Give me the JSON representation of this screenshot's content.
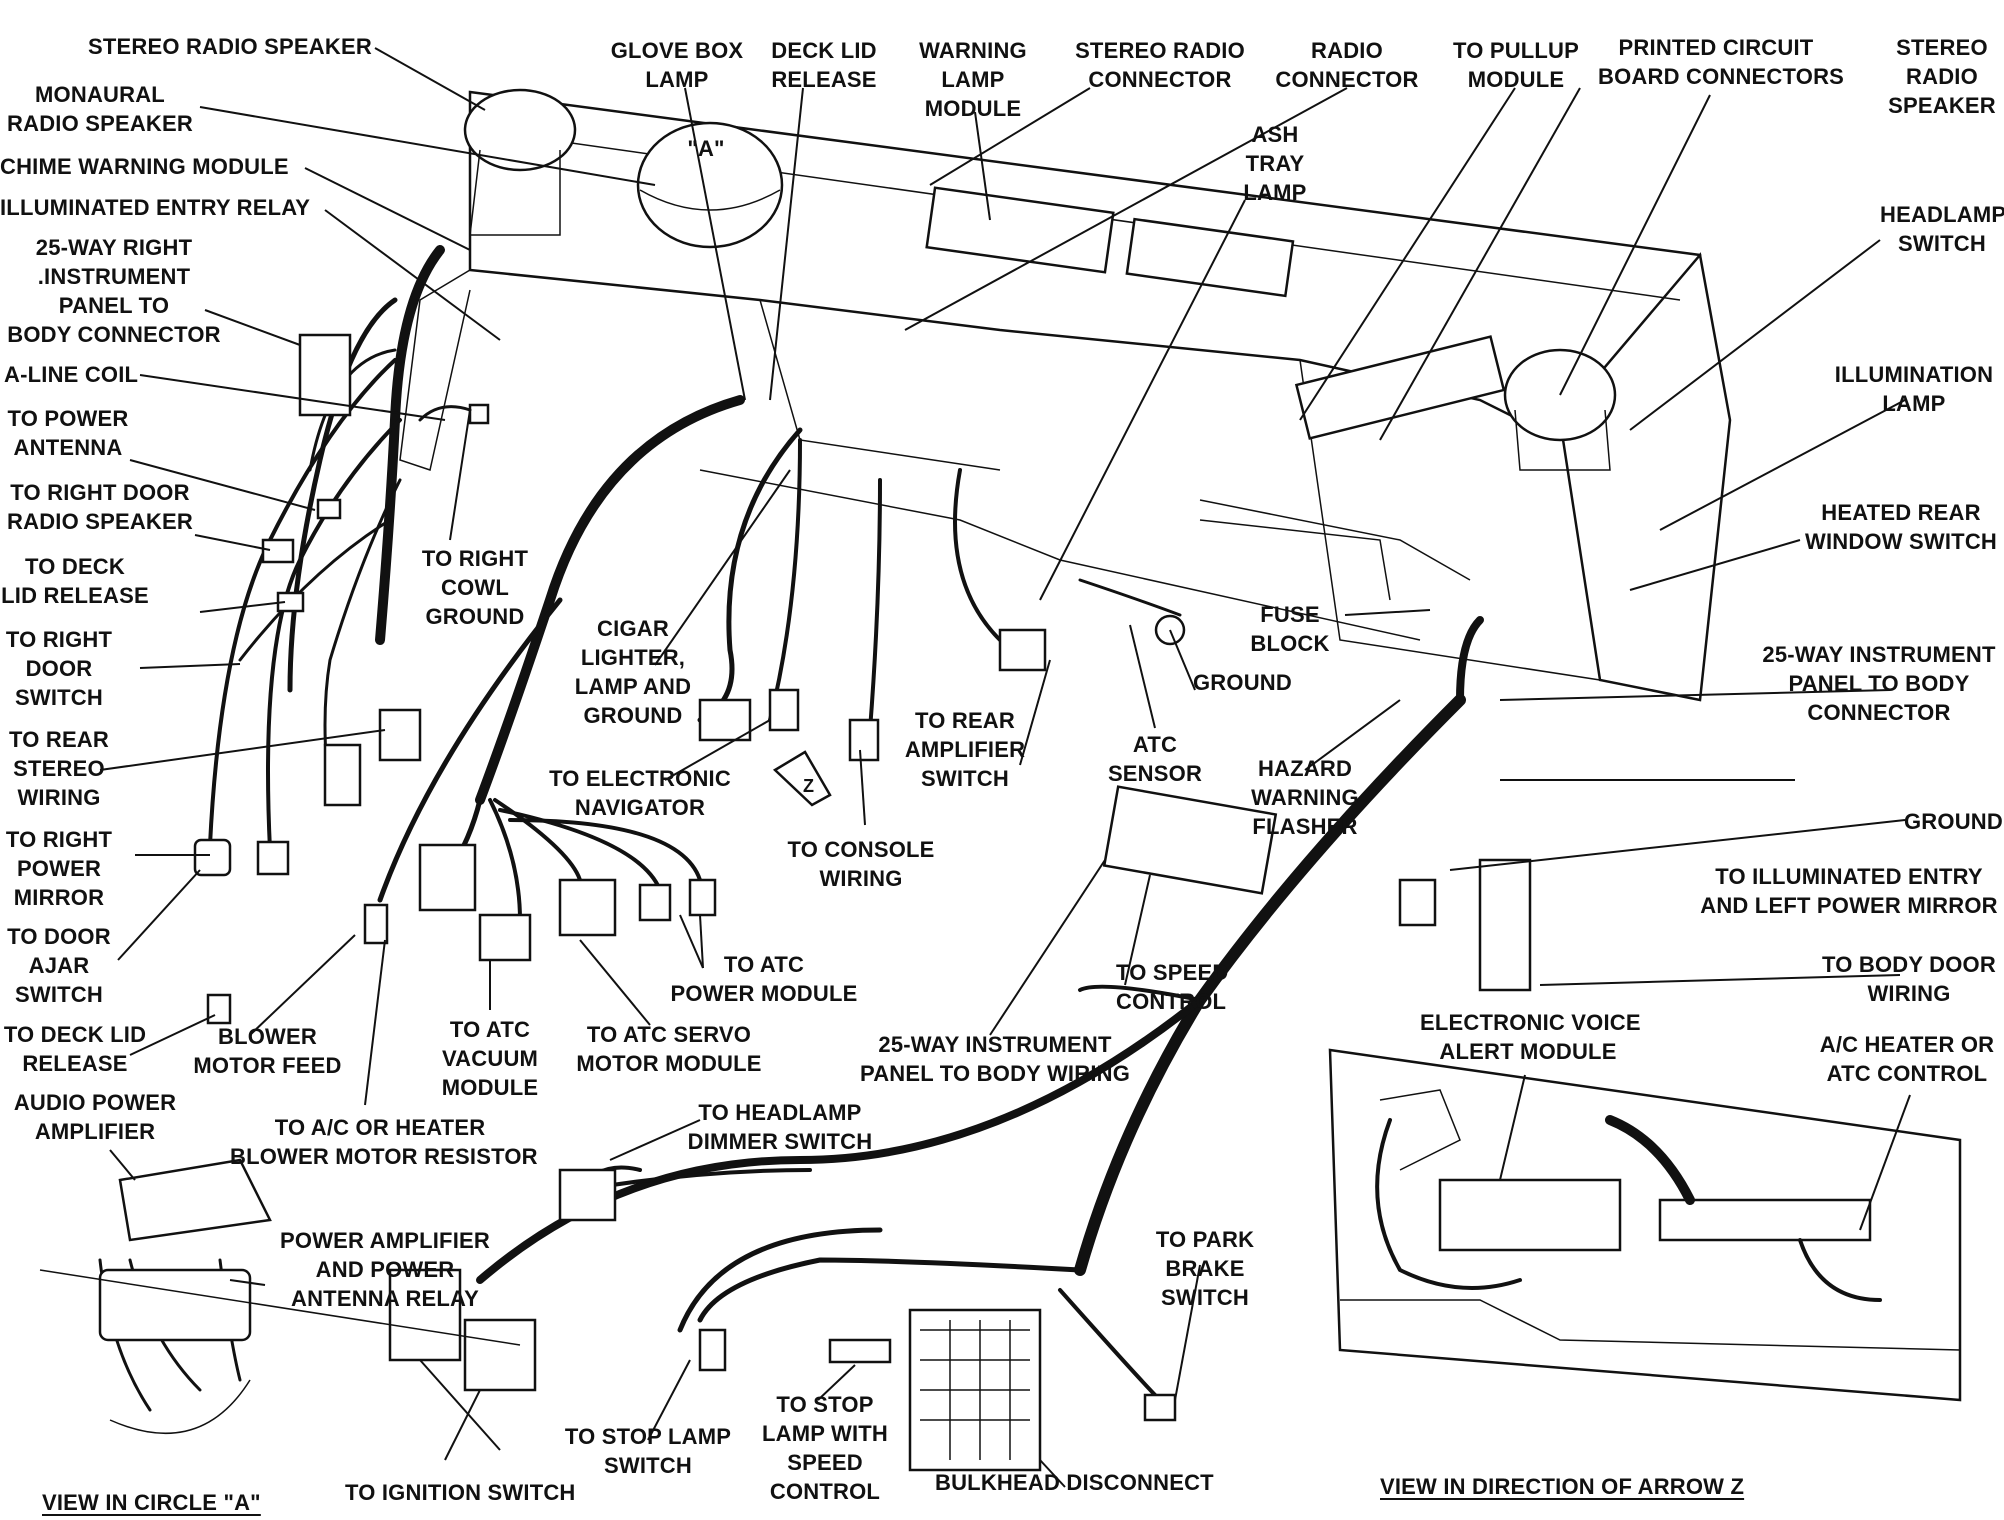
{
  "labels": {
    "stereo_radio_speaker_left": "STEREO RADIO SPEAKER",
    "monaural_speaker": "MONAURAL\nRADIO SPEAKER",
    "chime_module": "CHIME WARNING MODULE",
    "illum_entry_relay": "ILLUMINATED ENTRY RELAY",
    "way25_right": "25-WAY RIGHT\n.INSTRUMENT\nPANEL TO\nBODY CONNECTOR",
    "aline_coil": "A-LINE COIL",
    "power_antenna": "TO POWER\nANTENNA",
    "right_door_speaker": "TO RIGHT DOOR\nRADIO SPEAKER",
    "deck_lid_release_left": "TO DECK\nLID RELEASE",
    "right_door_switch": "TO RIGHT\nDOOR\nSWITCH",
    "rear_stereo": "TO REAR\nSTEREO\nWIRING",
    "right_power_mirror": "TO RIGHT\nPOWER\nMIRROR",
    "door_ajar": "TO DOOR\nAJAR\nSWITCH",
    "deck_lid_release_bottom": "TO DECK LID\nRELEASE",
    "audio_amp": "AUDIO POWER\nAMPLIFIER",
    "amp_relay": "POWER AMPLIFIER\nAND POWER\nANTENNA RELAY",
    "view_circle": "VIEW IN CIRCLE \"A\"",
    "circle_a": "\"A\"",
    "glove_box": "GLOVE BOX\nLAMP",
    "deck_lid": "DECK LID\nRELEASE",
    "warning_lamp": "WARNING\nLAMP\nMODULE",
    "stereo_connector": "STEREO RADIO\nCONNECTOR",
    "radio_connector": "RADIO\nCONNECTOR",
    "pullup": "TO PULLUP\nMODULE",
    "pcb_connectors": "PRINTED CIRCUIT\nBOARD CONNECTORS",
    "stereo_speaker_right": "STEREO\nRADIO\nSPEAKER",
    "ash_tray": "ASH\nTRAY\nLAMP",
    "headlamp_switch": "HEADLAMP\nSWITCH",
    "illumination_lamp": "ILLUMINATION\nLAMP",
    "heated_rear": "HEATED REAR\nWINDOW SWITCH",
    "way25_body": "25-WAY INSTRUMENT\nPANEL TO BODY\nCONNECTOR",
    "ground_right": "GROUND",
    "illum_entry_mirror": "TO ILLUMINATED ENTRY\nAND LEFT POWER MIRROR",
    "body_door": "TO BODY DOOR\nWIRING",
    "evam": "ELECTRONIC VOICE\nALERT MODULE",
    "ac_heater_control": "A/C HEATER OR\nATC CONTROL",
    "view_arrow": "VIEW IN DIRECTION OF ARROW Z",
    "right_cowl": "TO RIGHT\nCOWL\nGROUND",
    "cigar": "CIGAR\nLIGHTER,\nLAMP AND\nGROUND",
    "nav": "TO ELECTRONIC\nNAVIGATOR",
    "console": "TO CONSOLE\nWIRING",
    "rear_amp": "TO REAR\nAMPLIFIER\nSWITCH",
    "atc_sensor": "ATC\nSENSOR",
    "ground_center": "GROUND",
    "fuse_block": "FUSE\nBLOCK",
    "hazard": "HAZARD\nWARNING\nFLASHER",
    "speed_control": "TO SPEED\nCONTROL",
    "way25_wiring": "25-WAY INSTRUMENT\nPANEL TO BODY WIRING",
    "atc_power": "TO ATC\nPOWER MODULE",
    "atc_servo": "TO ATC SERVO\nMOTOR MODULE",
    "atc_vacuum": "TO ATC\nVACUUM\nMODULE",
    "blower_feed": "BLOWER\nMOTOR FEED",
    "blower_resistor": "TO A/C OR HEATER\nBLOWER MOTOR RESISTOR",
    "headlamp_dimmer": "TO HEADLAMP\nDIMMER SWITCH",
    "park_brake": "TO PARK\nBRAKE\nSWITCH",
    "stop_lamp_switch": "TO STOP LAMP\nSWITCH",
    "stop_lamp_speed": "TO STOP\nLAMP WITH\nSPEED\nCONTROL",
    "bulkhead": "BULKHEAD DISCONNECT",
    "ignition": "TO IGNITION SWITCH",
    "arrow_z": "Z"
  }
}
